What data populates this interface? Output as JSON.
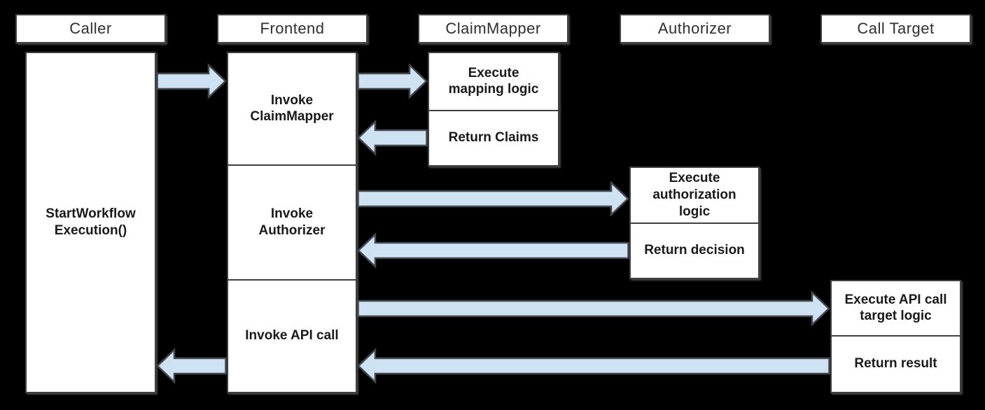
{
  "colors": {
    "background": "#000000",
    "box_fill": "#ffffff",
    "box_border": "#3e4043",
    "arrow_fill": "#cfe2f3",
    "arrow_stroke": "#44474c",
    "text_primary": "#1a1a1a",
    "header_text": "#2f2f2f"
  },
  "lifelines": [
    {
      "id": "caller",
      "label": "Caller"
    },
    {
      "id": "frontend",
      "label": "Frontend"
    },
    {
      "id": "claimmapper",
      "label": "ClaimMapper"
    },
    {
      "id": "authorizer",
      "label": "Authorizer"
    },
    {
      "id": "calltarget",
      "label": "Call Target"
    }
  ],
  "activations": {
    "caller": [
      {
        "label": "StartWorkflow\nExecution()"
      }
    ],
    "frontend": [
      {
        "label": "Invoke\nClaimMapper"
      },
      {
        "label": "Invoke\nAuthorizer"
      },
      {
        "label": "Invoke API call"
      }
    ],
    "claimmapper": [
      {
        "label": "Execute\nmapping logic"
      },
      {
        "label": "Return Claims"
      }
    ],
    "authorizer": [
      {
        "label": "Execute\nauthorization\nlogic"
      },
      {
        "label": "Return decision"
      }
    ],
    "calltarget": [
      {
        "label": "Execute API call\ntarget logic"
      },
      {
        "label": "Return result"
      }
    ]
  },
  "arrows": [
    {
      "name": "caller-to-frontend",
      "from": "Caller",
      "to": "Frontend",
      "direction": "right"
    },
    {
      "name": "frontend-to-claimmapper",
      "from": "Frontend",
      "to": "ClaimMapper",
      "direction": "right"
    },
    {
      "name": "claimmapper-to-frontend-return",
      "from": "ClaimMapper",
      "to": "Frontend",
      "direction": "left"
    },
    {
      "name": "frontend-to-authorizer",
      "from": "Frontend",
      "to": "Authorizer",
      "direction": "right"
    },
    {
      "name": "authorizer-to-frontend-return",
      "from": "Authorizer",
      "to": "Frontend",
      "direction": "left"
    },
    {
      "name": "frontend-to-calltarget",
      "from": "Frontend",
      "to": "Call Target",
      "direction": "right"
    },
    {
      "name": "calltarget-to-frontend-return",
      "from": "Call Target",
      "to": "Frontend",
      "direction": "left"
    },
    {
      "name": "frontend-to-caller-return",
      "from": "Frontend",
      "to": "Caller",
      "direction": "left"
    }
  ]
}
